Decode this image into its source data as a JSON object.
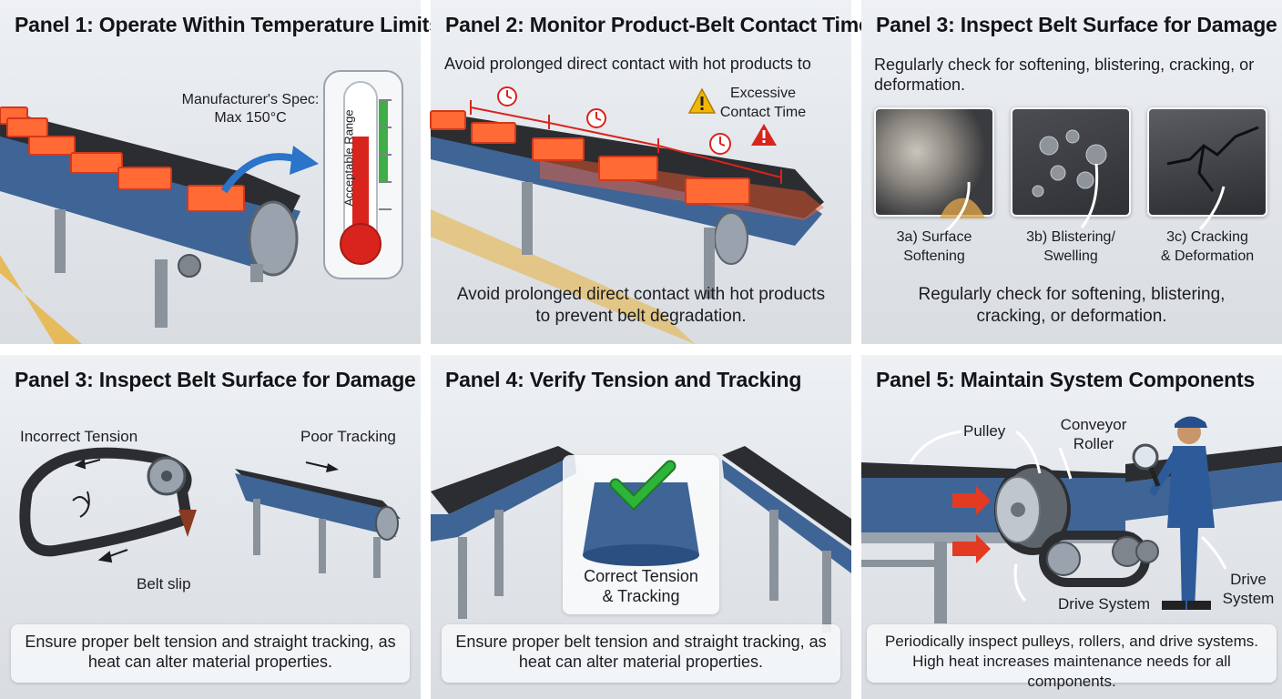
{
  "panels": [
    {
      "title": "Panel 1: Operate Within Temperature Limits",
      "spec_label": "Manufacturer's Spec:",
      "spec_value": "Max 150°C",
      "gauge_label": "Acceptable Range"
    },
    {
      "title": "Panel 2: Monitor Product-Belt Contact Time",
      "top_text": "Avoid prolonged direct contact with hot products to",
      "warning_line1": "Excessive",
      "warning_line2": "Contact Time",
      "caption_line1": "Avoid prolonged direct contact with hot products",
      "caption_line2": "to prevent belt degradation."
    },
    {
      "title": "Panel 3: Inspect Belt  Surface for Damage",
      "top_line1": "Regularly check for softening, blistering, cracking, or",
      "top_line2": "deformation.",
      "swatches": [
        {
          "line1": "3a) Surface",
          "line2": "Softening"
        },
        {
          "line1": "3b) Blistering/",
          "line2": "Swelling"
        },
        {
          "line1": "3c) Cracking",
          "line2": "& Deformation"
        }
      ],
      "caption_line1": "Regularly check for softening, blistering,",
      "caption_line2": "cracking, or deformation."
    },
    {
      "title": "Panel 3: Inspect Belt Surface for Damage",
      "label_tension": "Incorrect Tension",
      "label_tracking": "Poor Tracking",
      "label_slip": "Belt slip",
      "caption_line1": "Ensure proper belt tension and straight tracking, as",
      "caption_line2": "heat can alter material properties."
    },
    {
      "title": "Panel 4: Verify Tension and Tracking",
      "correct_line1": "Correct Tension",
      "correct_line2": "& Tracking",
      "caption_line1": "Ensure proper belt tension and straight tracking, as",
      "caption_line2": "heat can alter material properties."
    },
    {
      "title": "Panel 5: Maintain System Components",
      "label_pulley": "Pulley",
      "label_roller_line1": "Conveyor",
      "label_roller_line2": "Roller",
      "label_drive": "Drive System",
      "label_drive2_line1": "Drive",
      "label_drive2_line2": "System",
      "caption_line1": "Periodically inspect pulleys, rollers, and drive systems.",
      "caption_line2": "High heat increases maintenance needs for all components."
    }
  ],
  "colors": {
    "belt": "#2b2d31",
    "frame_blue": "#3f6496",
    "steel": "#9aa3ad",
    "hot_orange": "#ff5a2a",
    "thermo_red": "#d8241d",
    "range_green": "#3fae46",
    "accent_blue": "#2a74c9",
    "warning_yellow": "#f2b705",
    "check_green": "#2fb43a"
  },
  "icons": [
    "thermometer-icon",
    "arrow-icon",
    "clock-icon",
    "warning-icon",
    "checkmark-icon",
    "magnifier-icon",
    "worker-figure"
  ]
}
